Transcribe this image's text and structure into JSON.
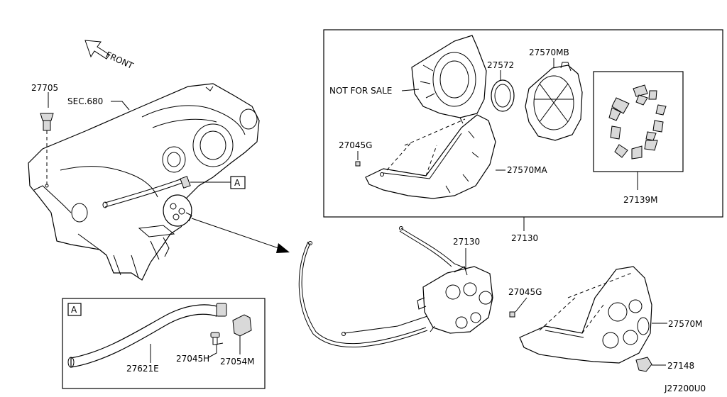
{
  "direction_label": "FRONT",
  "section_ref": "SEC.680",
  "callout_ref": "A",
  "not_for_sale": "NOT FOR SALE",
  "drawing_number": "J27200U0",
  "parts": {
    "p27705": "27705",
    "p27572": "27572",
    "p27570MB": "27570MB",
    "p27045G_a": "27045G",
    "p27570MA": "27570MA",
    "p27139M": "27139M",
    "p27130_group": "27130",
    "p27130": "27130",
    "p27045G_b": "27045G",
    "p27570M": "27570M",
    "p27148": "27148",
    "p27621E": "27621E",
    "p27045H": "27045H",
    "p27054M": "27054M"
  }
}
